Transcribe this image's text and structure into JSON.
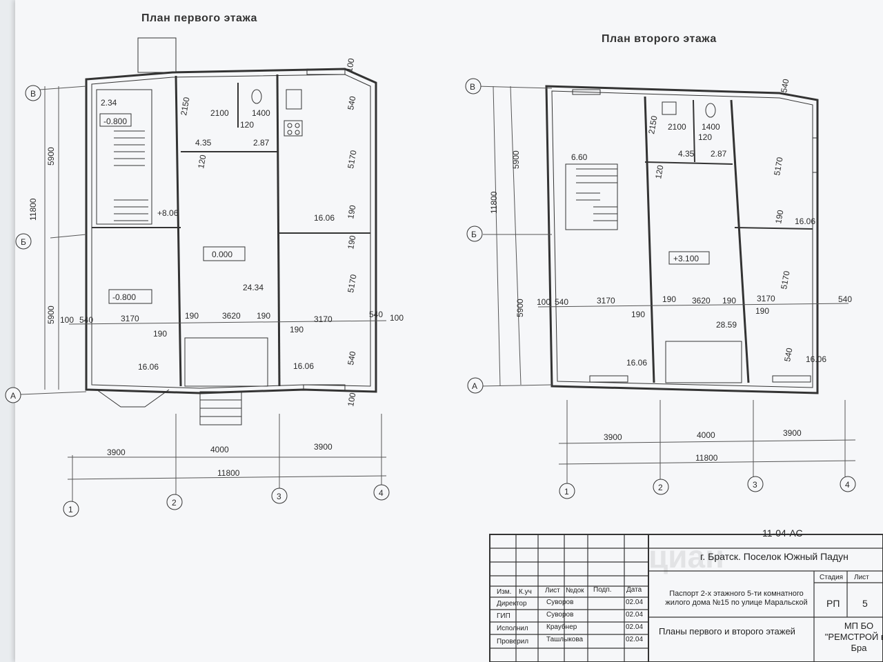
{
  "plan1": {
    "title": "План первого этажа",
    "levels": [
      "-0.800",
      "+8.06",
      "0.000",
      "-0.800"
    ],
    "areas": [
      "2.34",
      "4.35",
      "2.87",
      "16.06",
      "24.34",
      "16.06",
      "16.06"
    ],
    "dims_top": [
      "2150",
      "2100",
      "1400",
      "120",
      "120",
      "100",
      "540",
      "5170",
      "190",
      "190",
      "5170",
      "540",
      "100"
    ],
    "dims_mid": [
      "100",
      "540",
      "3170",
      "190",
      "3620",
      "190",
      "3170",
      "540",
      "100",
      "190",
      "190"
    ],
    "dims_bottom": [
      "3900",
      "4000",
      "3900",
      "11800"
    ],
    "dims_side": [
      "5900",
      "11800",
      "5900"
    ],
    "axes_letters": [
      "В",
      "Б",
      "А"
    ],
    "axes_numbers": [
      "1",
      "2",
      "3",
      "4"
    ]
  },
  "plan2": {
    "title": "План второго этажа",
    "levels": [
      "+3.100"
    ],
    "areas": [
      "6.60",
      "4.35",
      "2.87",
      "16.06",
      "28.59",
      "16.06",
      "16.06"
    ],
    "dims_top": [
      "2150",
      "2100",
      "1400",
      "120",
      "120",
      "540",
      "5170",
      "190",
      "5170",
      "540"
    ],
    "dims_mid": [
      "100",
      "540",
      "3170",
      "190",
      "3620",
      "190",
      "3170",
      "540",
      "190",
      "190"
    ],
    "dims_bottom": [
      "3900",
      "4000",
      "3900",
      "11800"
    ],
    "dims_side": [
      "5900",
      "11800",
      "5900"
    ],
    "axes_letters": [
      "В",
      "Б",
      "А"
    ],
    "axes_numbers": [
      "1",
      "2",
      "3",
      "4"
    ]
  },
  "stamp": {
    "code": "11-04-АС",
    "address": "г. Братск. Поселок Южный Падун",
    "headers": [
      "Изм.",
      "К.уч",
      "Лист",
      "№док",
      "Подп.",
      "Дата"
    ],
    "roles": [
      "Директор",
      "ГИП",
      "Исполнил",
      "Проверил"
    ],
    "names": [
      "Суворов",
      "Суворов",
      "Краубнер",
      "Ташлыкова"
    ],
    "dates": [
      "02.04",
      "02.04",
      "02.04",
      "02.04"
    ],
    "description": "Паспорт 2-х этажного 5-ти комнатного жилого дома №15 по улице Маральской",
    "stage_label": "Стадия",
    "sheet_label": "Лист",
    "stage": "РП",
    "sheet": "5",
    "plans_title": "Планы первого и второго этажей",
    "org": "МП БО \"РЕМСТРОЙ в г. Бра"
  },
  "watermark": "циан"
}
